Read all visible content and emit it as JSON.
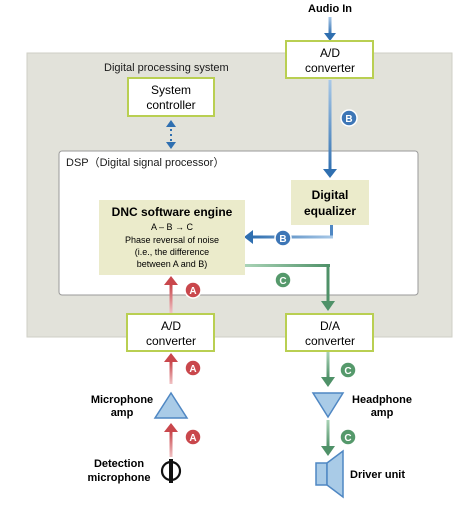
{
  "audio_in": "Audio In",
  "system_label": "Digital processing system",
  "system_controller": [
    "System",
    "controller"
  ],
  "ad_top": [
    "A/D",
    "converter"
  ],
  "dsp_label": "DSP（Digital signal processor）",
  "digital_equalizer": [
    "Digital",
    "equalizer"
  ],
  "dnc": {
    "title": "DNC software engine",
    "formula": "A – B → C",
    "description": [
      "Phase reversal of noise",
      "(i.e., the difference",
      "between A and B)"
    ]
  },
  "ad_bottom": [
    "A/D",
    "converter"
  ],
  "da": [
    "D/A",
    "converter"
  ],
  "mic_amp": [
    "Microphone",
    "amp"
  ],
  "headphone_amp": [
    "Headphone",
    "amp"
  ],
  "detection_mic": [
    "Detection",
    "microphone"
  ],
  "driver_unit": "Driver unit",
  "badges": {
    "a": "A",
    "b": "B",
    "c": "C"
  },
  "colors": {
    "panel_bg": "#e2e2da",
    "panel_border": "#cfcfc6",
    "box_fill": "#ebebcb",
    "box_border": "#b9cf52",
    "blue": "#4f87c3",
    "red": "#c9474c",
    "green": "#5a9a72",
    "steel": "#7da9d0",
    "dots": "#2f6fb0"
  },
  "icons": {
    "microphone": "microphone-icon",
    "amp": "triangle-amp-icon",
    "speaker": "speaker-icon"
  }
}
